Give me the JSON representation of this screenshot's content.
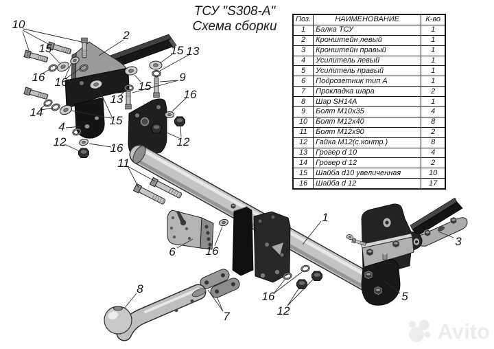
{
  "title": {
    "line1": "ТСУ \"S308-А\"",
    "line2": "Схема сборки"
  },
  "table": {
    "headers": {
      "pos": "Поз.",
      "name": "НАИМЕНОВАНИЕ",
      "qty": "К-во"
    },
    "rows": [
      {
        "pos": "1",
        "name": "Балка ТСУ",
        "qty": "1"
      },
      {
        "pos": "2",
        "name": "Кронштейн левый",
        "qty": "1"
      },
      {
        "pos": "3",
        "name": "Кронштейн правый",
        "qty": "1"
      },
      {
        "pos": "4",
        "name": "Усилитель левый",
        "qty": "1"
      },
      {
        "pos": "5",
        "name": "Усилитель правый",
        "qty": "1"
      },
      {
        "pos": "6",
        "name": "Подрозетник тип А",
        "qty": "1"
      },
      {
        "pos": "7",
        "name": "Прокладка шара",
        "qty": "2"
      },
      {
        "pos": "8",
        "name": "Шар SH14A",
        "qty": "1"
      },
      {
        "pos": "9",
        "name": "Болт М10х35",
        "qty": "4"
      },
      {
        "pos": "10",
        "name": "Болт М12х40",
        "qty": "8"
      },
      {
        "pos": "11",
        "name": "Болт М12х90",
        "qty": "2"
      },
      {
        "pos": "12",
        "name": "Гайка М12(с.контр.)",
        "qty": "8"
      },
      {
        "pos": "13",
        "name": "Гровер d 10",
        "qty": "4"
      },
      {
        "pos": "14",
        "name": "Гровер d 12",
        "qty": "2"
      },
      {
        "pos": "15",
        "name": "Шайба d10 увеличенная",
        "qty": "10"
      },
      {
        "pos": "16",
        "name": "Шайба d 12",
        "qty": "17"
      }
    ]
  },
  "callout_labels": {
    "1": "1",
    "2": "2",
    "3": "3",
    "4": "4",
    "5": "5",
    "6": "6",
    "7": "7",
    "8": "8",
    "9": "9",
    "10": "10",
    "11": "11",
    "12": "12",
    "13": "13",
    "14": "14",
    "15": "15",
    "16": "16"
  },
  "watermark": {
    "text": "Avito"
  },
  "colors": {
    "line": "#1a1a1a",
    "steel_light": "#c4c4c4",
    "steel_dark": "#1d1d1d",
    "plate_gray": "#9b9b9b",
    "watermark": "#ececec"
  }
}
